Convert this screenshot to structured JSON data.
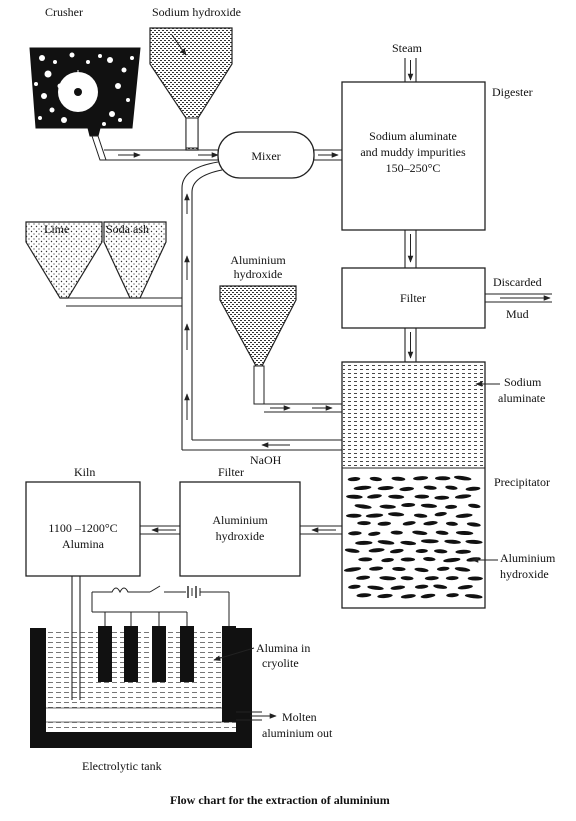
{
  "labels": {
    "crusher": "Crusher",
    "sodium_hydroxide": "Sodium hydroxide",
    "steam": "Steam",
    "digester": "Digester",
    "mixer": "Mixer",
    "digester_content_1": "Sodium aluminate",
    "digester_content_2": "and muddy impurities",
    "digester_content_3": "150–250°C",
    "lime": "Lime",
    "soda_ash": "Soda ash",
    "aluminium_hydroxide_hopper_1": "Aluminium",
    "aluminium_hydroxide_hopper_2": "hydroxide",
    "filter_top": "Filter",
    "discarded": "Discarded",
    "mud": "Mud",
    "sodium_aluminate_1": "Sodium",
    "sodium_aluminate_2": "aluminate",
    "naoh": "NaOH",
    "precipitator": "Precipitator",
    "kiln": "Kiln",
    "filter_bottom": "Filter",
    "kiln_content_1": "1100 –1200°C",
    "kiln_content_2": "Alumina",
    "filter_content_1": "Aluminium",
    "filter_content_2": "hydroxide",
    "aluminium_hydroxide_precip_1": "Aluminium",
    "aluminium_hydroxide_precip_2": "hydroxide",
    "alumina_in_cryolite_1": "Alumina in",
    "alumina_in_cryolite_2": "cryolite",
    "molten_1": "Molten",
    "molten_2": "aluminium out",
    "electrolytic_tank": "Electrolytic tank",
    "caption": "Flow chart for the extraction of aluminium"
  }
}
